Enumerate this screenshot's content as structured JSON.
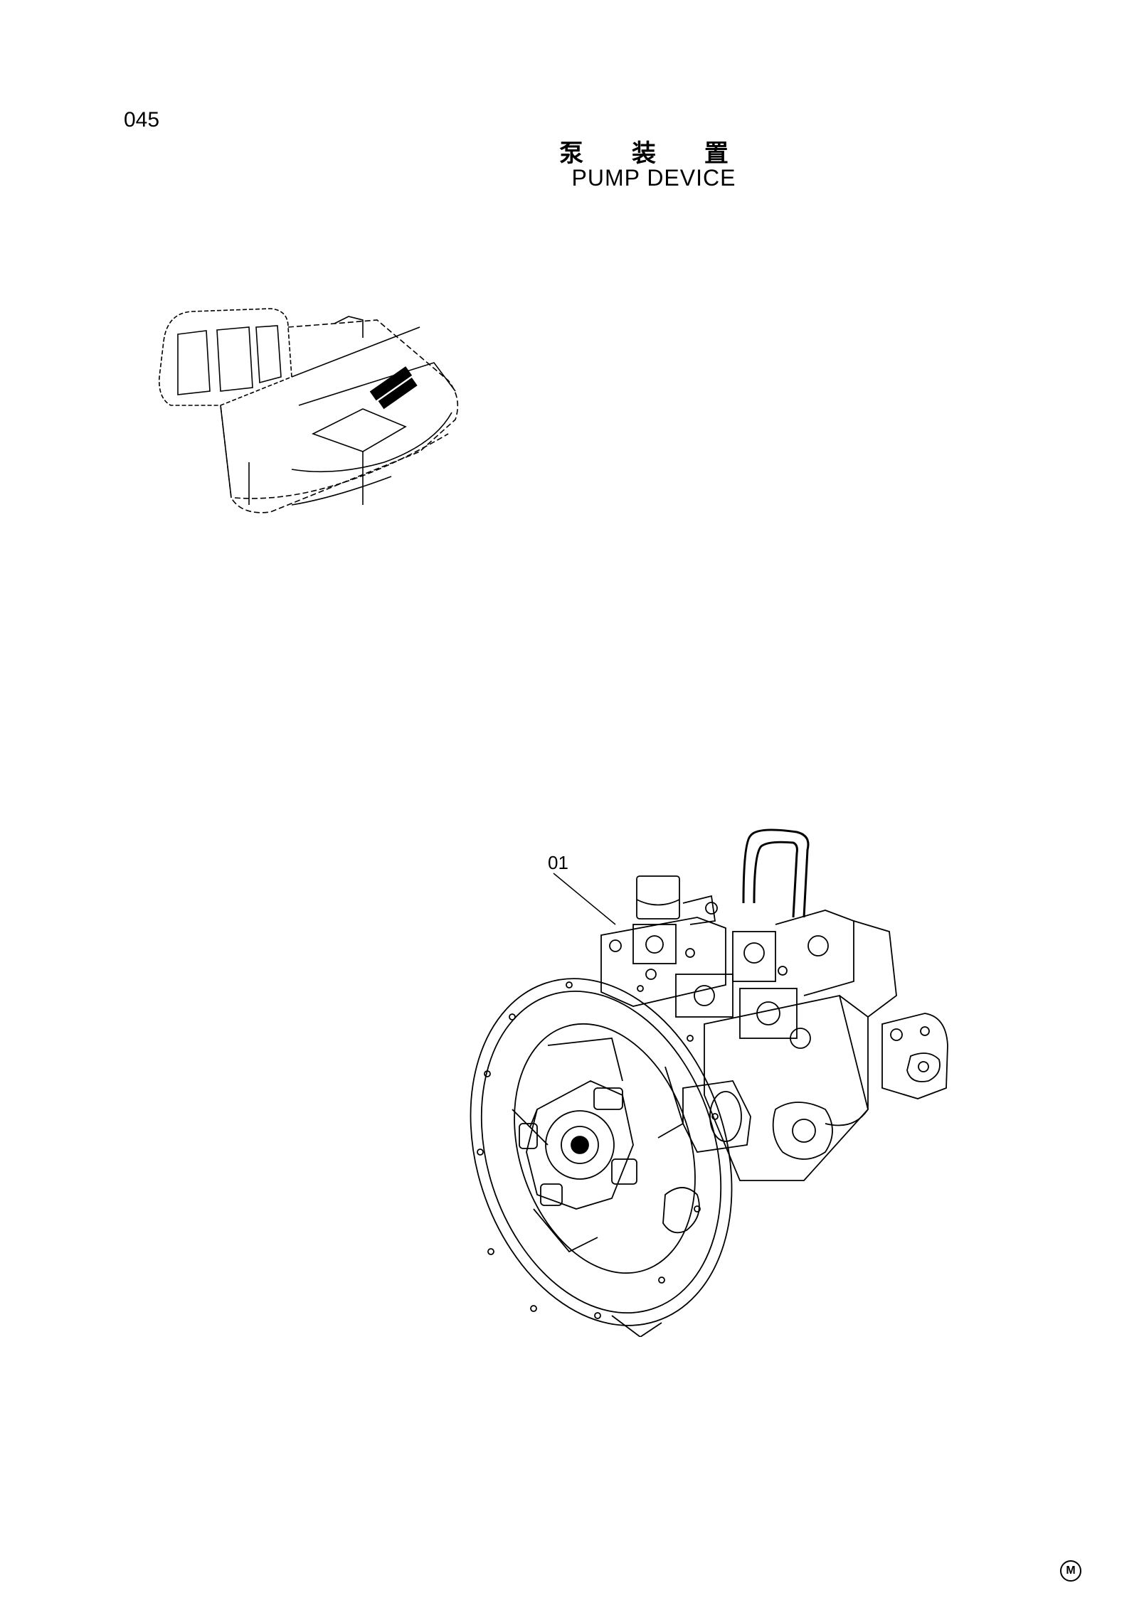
{
  "page": {
    "number": "045",
    "title_cn": "泵 装 置",
    "title_en": "PUMP DEVICE",
    "callout_label": "01",
    "corner_mark": "M"
  },
  "illustrations": {
    "excavator_icon": "excavator-upper-structure-icon",
    "pump_icon": "hydraulic-pump-assembly-icon"
  }
}
